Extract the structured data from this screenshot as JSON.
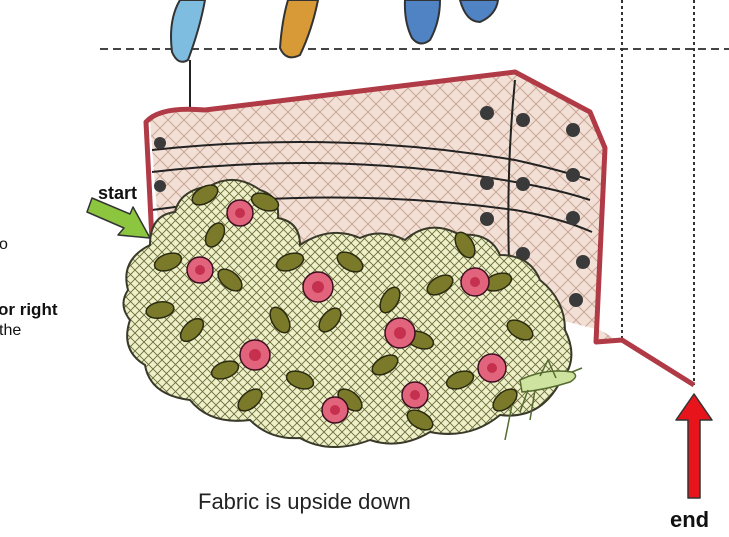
{
  "labels": {
    "start": "start",
    "end": "end",
    "caption": "Fabric is upside down",
    "left_fragment_1": "o",
    "left_fragment_2": "or right",
    "left_fragment_3": "the"
  },
  "colors": {
    "outline": "#b03a45",
    "start_arrow": "#8cc63f",
    "end_arrow": "#e8141b",
    "fabric_fill": "#f2dfd4",
    "bush_fill": "#e9ecc4",
    "leaf": "#7a7a2a",
    "flower": "#e2647c",
    "flower_center": "#c4304e"
  },
  "icons": {
    "start_arrow": "green-arrow-icon",
    "end_arrow": "red-arrow-icon"
  }
}
